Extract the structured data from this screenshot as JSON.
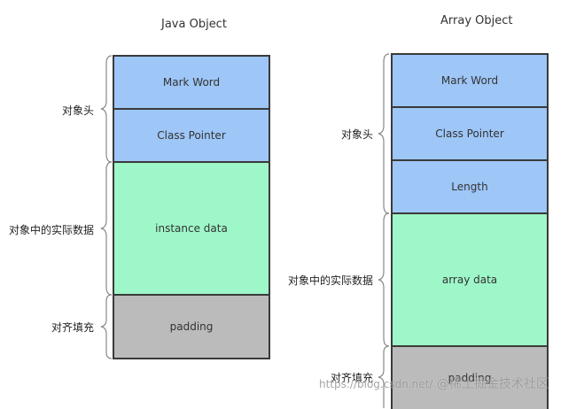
{
  "left": {
    "title": "Java Object",
    "blocks": [
      "Mark Word",
      "Class Pointer",
      "instance data",
      "padding"
    ],
    "labels": [
      "对象头",
      "对象中的实际数据",
      "对齐填充"
    ]
  },
  "right": {
    "title": "Array Object",
    "blocks": [
      "Mark Word",
      "Class Pointer",
      "Length",
      "array data",
      "padding"
    ],
    "labels": [
      "对象头",
      "对象中的实际数据",
      "对齐填充"
    ]
  },
  "watermark": {
    "url": "https://blog.csdn.net/",
    "text": "@稀土掘金技术社区"
  },
  "colors": {
    "header": "#9ec6f7",
    "data": "#9ef7c8",
    "padding": "#bbbbbb",
    "border": "#3a3a3a"
  }
}
